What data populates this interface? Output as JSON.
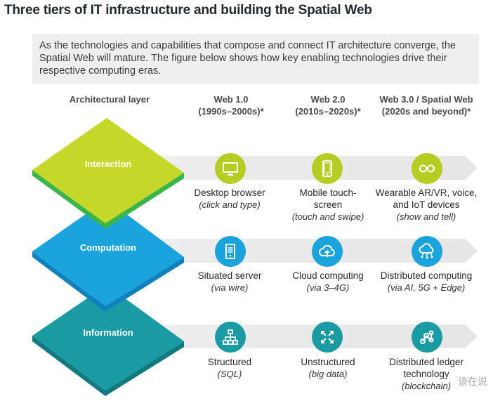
{
  "title": "Three tiers of IT infrastructure and building the Spatial Web",
  "intro": "As the technologies and capabilities that compose and connect IT architecture converge, the Spatial Web will mature. The figure below shows how key enabling technologies drive their respective computing eras.",
  "headers": {
    "layer": "Architectural layer",
    "web1": {
      "line1": "Web 1.0",
      "line2": "(1990s–2000s)*"
    },
    "web2": {
      "line1": "Web 2.0",
      "line2": "(2010s–2020s)*"
    },
    "web3": {
      "line1": "Web 3.0 / Spatial Web",
      "line2": "(2020s and beyond)*"
    }
  },
  "colors": {
    "interaction": "#c5d82a",
    "computation": "#1aa3dd",
    "information": "#1a9aa3"
  },
  "layers": [
    {
      "label": "Interaction",
      "cells": [
        {
          "icon": "monitor-icon",
          "line1": "Desktop browser",
          "line2": "",
          "sub": "(click and type)"
        },
        {
          "icon": "smartphone-icon",
          "line1": "Mobile touch-",
          "line2": "screen",
          "sub": "(touch and swipe)"
        },
        {
          "icon": "ar-glasses-icon",
          "line1": "Wearable AR/VR, voice,",
          "line2": "and IoT devices",
          "sub": "(show and tell)"
        }
      ]
    },
    {
      "label": "Computation",
      "cells": [
        {
          "icon": "server-icon",
          "line1": "Situated server",
          "line2": "",
          "sub": "(via wire)"
        },
        {
          "icon": "cloud-upload-icon",
          "line1": "Cloud computing",
          "line2": "",
          "sub": "(via 3–4G)"
        },
        {
          "icon": "distributed-cloud-icon",
          "line1": "Distributed computing",
          "line2": "",
          "sub": "(via AI, 5G + Edge)"
        }
      ]
    },
    {
      "label": "Information",
      "cells": [
        {
          "icon": "hierarchy-icon",
          "line1": "Structured",
          "line2": "",
          "sub": "(SQL)"
        },
        {
          "icon": "scatter-arrows-icon",
          "line1": "Unstructured",
          "line2": "",
          "sub": "(big data)"
        },
        {
          "icon": "network-nodes-icon",
          "line1": "Distributed ledger",
          "line2": "technology",
          "sub": "(blockchain)"
        }
      ]
    }
  ],
  "watermark": "谈在说"
}
